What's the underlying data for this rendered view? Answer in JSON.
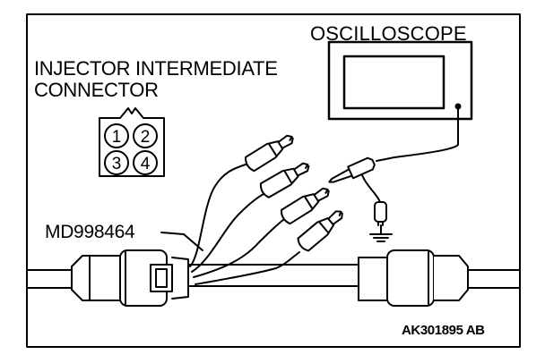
{
  "labels": {
    "oscilloscope": "OSCILLOSCOPE",
    "connector_line1": "INJECTOR INTERMEDIATE",
    "connector_line2": "CONNECTOR",
    "test_harness": "MD998464",
    "figure_id": "AK301895 AB"
  },
  "connector_pins": [
    "1",
    "2",
    "3",
    "4"
  ],
  "colors": {
    "line": "#000000",
    "background": "#ffffff"
  }
}
